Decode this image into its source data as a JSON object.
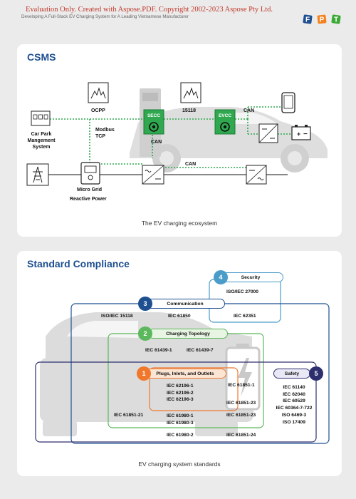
{
  "header": {
    "watermark": "Evaluation Only. Created with Aspose.PDF. Copyright 2002-2023 Aspose Pty Ltd.",
    "subtitle": "Developing A Full-Stack EV Charging System for A Leading Vietnamese Manufacturer",
    "logo_letters": [
      "F",
      "P",
      "T"
    ],
    "logo_colors": [
      "#1d4f91",
      "#f58220",
      "#3aaa35"
    ]
  },
  "csms": {
    "title": "CSMS",
    "caption": "The EV charging ecosystem",
    "labels": {
      "ocpp": "OCPP",
      "iso15118": "15118",
      "can_top": "CAN",
      "modbus": "Modbus\nTCP",
      "car_park": "Car Park\nMangement\nSystem",
      "can_charger": "CAN",
      "can_bottom": "CAN",
      "micro_grid": "Micro Grid",
      "reactive_power": "Reactive Power",
      "secc": "SECC",
      "evcc": "EVCC"
    }
  },
  "compliance": {
    "title": "Standard Compliance",
    "caption": "EV charging system standards",
    "groups": [
      {
        "num": "1",
        "name": "Plugs, Inlets, and Outlets",
        "color": "#f0782d"
      },
      {
        "num": "2",
        "name": "Charging Topology",
        "color": "#5cb85c"
      },
      {
        "num": "3",
        "name": "Communication",
        "color": "#1d4f91"
      },
      {
        "num": "4",
        "name": "Security",
        "color": "#4a9cc9"
      },
      {
        "num": "5",
        "name": "Safety",
        "color": "#2d2e6e"
      }
    ],
    "standards": {
      "security": "ISO/IEC 27000",
      "iso15118": "ISO/IEC 15118",
      "iec61850": "IEC 61850",
      "iec62351": "IEC 62351",
      "iec61439_1": "IEC 61439-1",
      "iec61439_7": "IEC 61439-7",
      "plugs": "IEC 62196-1\nIEC 62196-2\nIEC 62196-3",
      "iec61851_1": "IEC 61851-1",
      "iec61851_23a": "IEC 61851-23",
      "iec61851_21": "IEC 61851-21",
      "iec61980": "IEC 61980-1\nIEC 61980-3",
      "iec61851_23b": "IEC 61851-23",
      "safety": "IEC 61140\nIEC 62040\nIEC 60529\nIEC 60364-7-722\nISO 6469-3\nISO 17409",
      "iec61980_2": "IEC 61980-2",
      "iec61851_24": "IEC 61851-24"
    }
  }
}
